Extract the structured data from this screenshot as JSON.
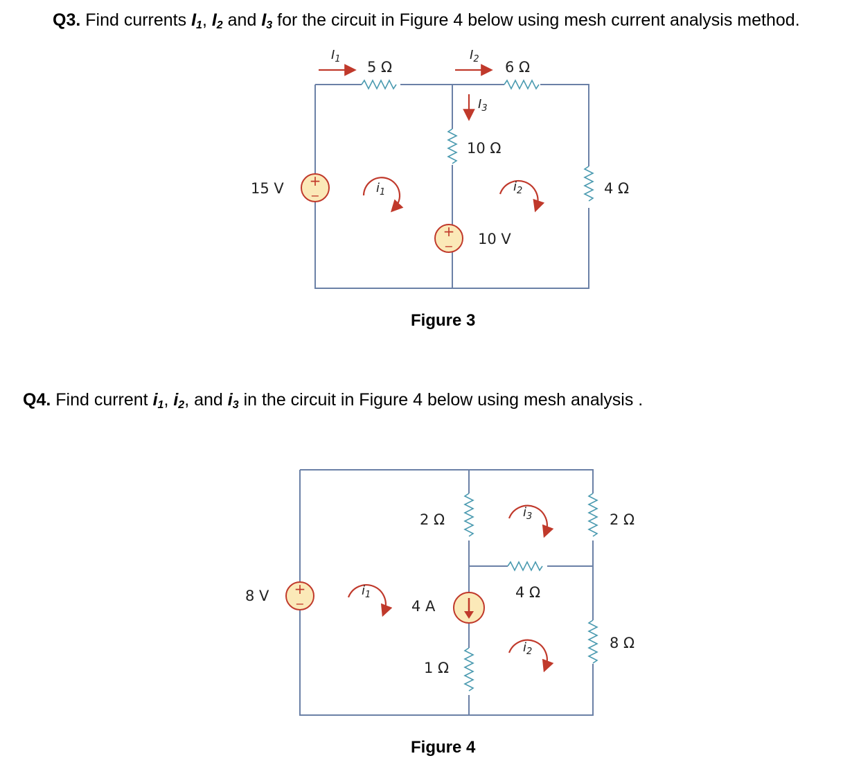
{
  "q3": {
    "prefix": "Q3.",
    "text_a": " Find currents ",
    "var1": "I",
    "sub1": "1",
    "sep1": ", ",
    "var2": "I",
    "sub2": "2",
    "text_b": " and ",
    "var3": "I",
    "sub3": "3",
    "text_c": " for the circuit in Figure 4 below using mesh current analysis method."
  },
  "figure3": {
    "caption": "Figure 3",
    "r1": "5 Ω",
    "r2": "6 Ω",
    "r3": "10 Ω",
    "r4": "4 Ω",
    "v1": "15 V",
    "v2": "10 V",
    "I1": "I",
    "I1sub": "1",
    "I2": "I",
    "I2sub": "2",
    "I3": "I",
    "I3sub": "3",
    "m1": "i",
    "m1sub": "1",
    "m2": "i",
    "m2sub": "2",
    "plus": "+",
    "minus": "−"
  },
  "q4": {
    "prefix": "Q4.",
    "text_a": " Find current ",
    "var1": "i",
    "sub1": "1",
    "sep1": ", ",
    "var2": "i",
    "sub2": "2",
    "text_b": ", and ",
    "var3": "i",
    "sub3": "3",
    "text_c": " in the circuit  in Figure 4 below using mesh analysis ."
  },
  "figure4": {
    "caption": "Figure 4",
    "r_2a": "2 Ω",
    "r_2b": "2 Ω",
    "r_4": "4 Ω",
    "r_8": "8 Ω",
    "r_1": "1 Ω",
    "v": "8 V",
    "isrc": "4 A",
    "m1": "i",
    "m1sub": "1",
    "m2": "i",
    "m2sub": "2",
    "m3": "i",
    "m3sub": "3",
    "plus": "+",
    "minus": "−"
  }
}
